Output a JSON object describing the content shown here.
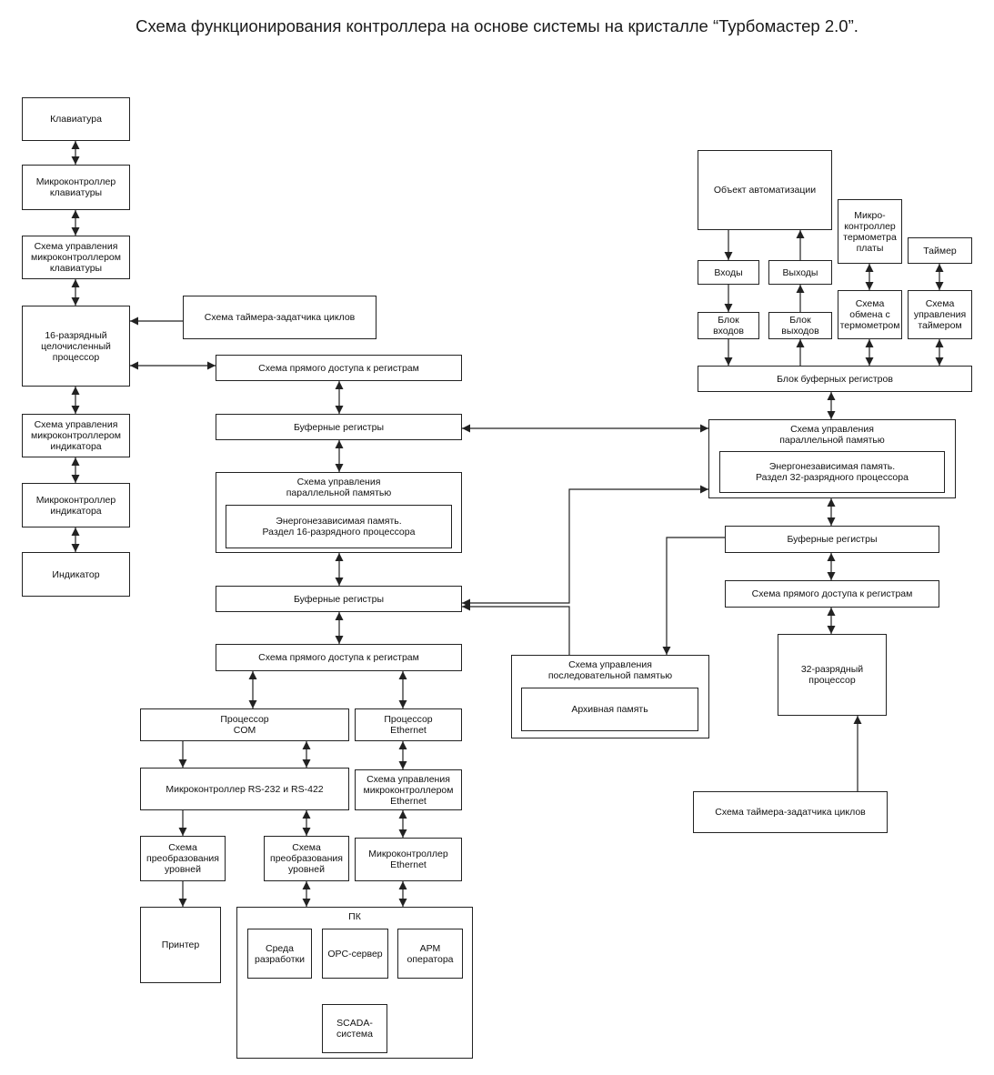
{
  "title": "Схема функционирования контроллера на основе системы на кристалле “Турбомастер 2.0”.",
  "left_column": {
    "keyboard": "Клавиатура",
    "kb_mcu": "Микроконтроллер\nклавиатуры",
    "kb_mcu_ctrl": "Схема управления\nмикроконтроллером\nклавиатуры",
    "cpu16": "16-разрядный\nцелочисленный\nпроцессор",
    "ind_mcu_ctrl": "Схема управления\nмикроконтроллером\nиндикатора",
    "ind_mcu": "Микроконтроллер\nиндикатора",
    "indicator": "Индикатор"
  },
  "middle": {
    "timer16": "Схема таймера-задатчика циклов",
    "dma1": "Схема прямого доступа к регистрам",
    "buf1": "Буферные регистры",
    "pmem_ctrl": "Схема управления\nпараллельной памятью",
    "nvm16": "Энергонезависимая память.\nРаздел 16-разрядного процессора",
    "buf2": "Буферные регистры",
    "dma2": "Схема прямого доступа к регистрам",
    "com": "Процессор\nCOM",
    "eth": "Процессор\nEthernet",
    "rs_mcu": "Микроконтроллер RS-232 и RS-422",
    "eth_mcu_ctrl": "Схема управления\nмикроконтроллером\nEthernet",
    "lvl1": "Схема\nпреобразования\nуровней",
    "lvl2": "Схема\nпреобразования\nуровней",
    "eth_mcu": "Микроконтроллер\nEthernet",
    "printer": "Принтер",
    "pc": "ПК",
    "ide": "Среда\nразработки",
    "opc": "OPC-сервер",
    "arm": "АРМ\nоператора",
    "scada": "SCADA-\nсистема",
    "smem_ctrl": "Схема управления\nпоследовательной памятью",
    "archive": "Архивная память"
  },
  "right": {
    "obj": "Объект автоматизации",
    "inputs": "Входы",
    "outputs": "Выходы",
    "in_block": "Блок\nвходов",
    "out_block": "Блок\nвыходов",
    "thermo_mcu": "Микро-\nконтроллер\nтермометра\nплаты",
    "timer": "Таймер",
    "thermo_ex": "Схема\nобмена с\nтермометром",
    "timer_ctrl": "Схема\nуправления\nтаймером",
    "bufblock": "Блок буферных регистров",
    "pmem_ctrl": "Схема управления\nпараллельной памятью",
    "nvm32": "Энергонезависимая память.\nРаздел 32-разрядного процессора",
    "buf": "Буферные регистры",
    "dma": "Схема прямого доступа к регистрам",
    "cpu32": "32-разрядный\nпроцессор",
    "timer32": "Схема таймера-задатчика циклов"
  }
}
